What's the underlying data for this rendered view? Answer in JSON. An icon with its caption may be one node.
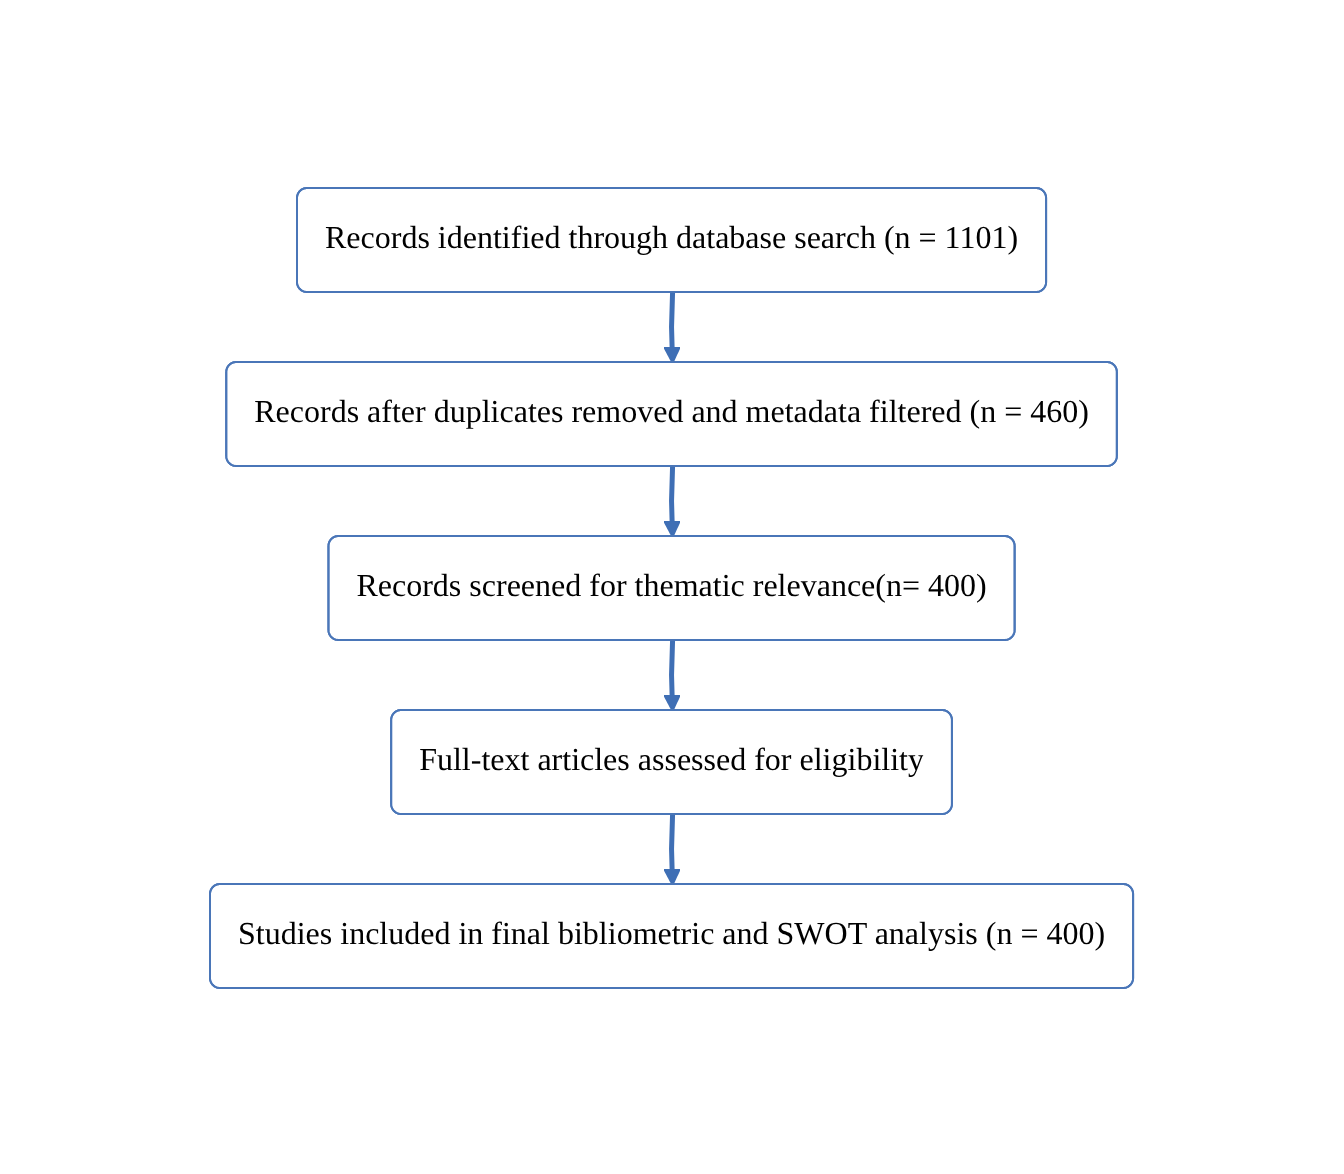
{
  "diagram": {
    "nodes": [
      {
        "text": [
          "Records identified through database search (n = 1101)"
        ]
      },
      {
        "text": [
          "Records after duplicates removed and metadata filtered (n = 460)"
        ]
      },
      {
        "text": [
          "Records screened for thematic relevance(n= 400)"
        ]
      },
      {
        "text": [
          "Full-text articles assessed for eligibility"
        ]
      },
      {
        "text": [
          "Studies included in final bibliometric and SWOT analysis  (n = 400)"
        ]
      }
    ],
    "edges": [
      {
        "from": 0,
        "to": 1,
        "arrow": "to"
      },
      {
        "from": 1,
        "to": 2,
        "arrow": "to"
      },
      {
        "from": 2,
        "to": 3,
        "arrow": "to"
      },
      {
        "from": 3,
        "to": 4,
        "arrow": "to"
      }
    ]
  }
}
